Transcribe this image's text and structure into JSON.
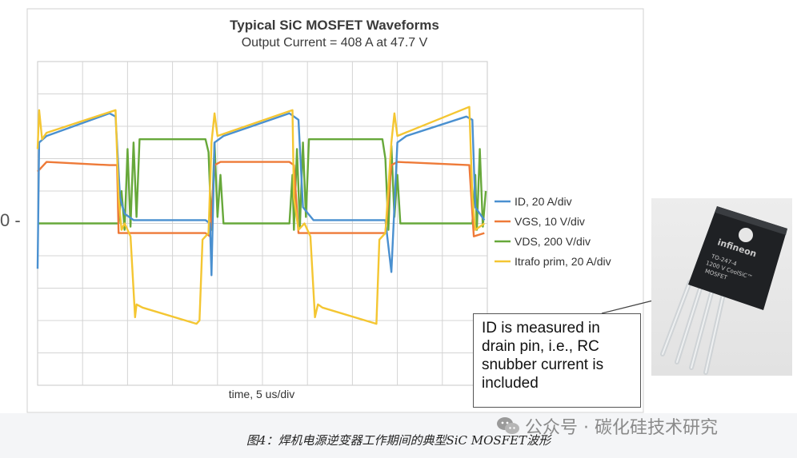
{
  "chart_data": {
    "type": "line",
    "title": "Typical SiC MOSFET Waveforms",
    "subtitle": "Output Current = 408 A at 47.7 V",
    "xlabel": "time, 5 us/div",
    "zero_label": "0 -",
    "grid": true,
    "x_divisions": 10,
    "y_divisions": 10,
    "legend_position": "right",
    "series": [
      {
        "name": "ID, 20 A/div",
        "color": "#4a90d0",
        "points": [
          [
            0,
            -1.4
          ],
          [
            0.05,
            2.5
          ],
          [
            0.3,
            2.7
          ],
          [
            2.4,
            3.4
          ],
          [
            2.6,
            3.3
          ],
          [
            2.75,
            0.8
          ],
          [
            2.9,
            0.3
          ],
          [
            3.2,
            0.1
          ],
          [
            5.6,
            0.1
          ],
          [
            5.75,
            0
          ],
          [
            5.8,
            -1.6
          ],
          [
            5.9,
            2.5
          ],
          [
            6.2,
            2.7
          ],
          [
            8.4,
            3.4
          ],
          [
            8.7,
            3.2
          ],
          [
            8.85,
            0.5
          ],
          [
            9.2,
            0.1
          ],
          [
            11.6,
            0.1
          ],
          [
            11.8,
            -1.5
          ],
          [
            12.0,
            2.5
          ],
          [
            12.3,
            2.7
          ],
          [
            14.3,
            3.3
          ],
          [
            14.5,
            3.2
          ],
          [
            14.6,
            0.5
          ],
          [
            14.9,
            0.1
          ]
        ]
      },
      {
        "name": "VGS, 10 V/div",
        "color": "#ee7a38",
        "points": [
          [
            0,
            1.6
          ],
          [
            0.3,
            1.9
          ],
          [
            2.4,
            1.8
          ],
          [
            2.65,
            1.8
          ],
          [
            2.7,
            -0.3
          ],
          [
            2.9,
            -0.3
          ],
          [
            5.6,
            -0.3
          ],
          [
            5.75,
            -0.4
          ],
          [
            5.9,
            1.8
          ],
          [
            6.1,
            1.9
          ],
          [
            8.4,
            1.9
          ],
          [
            8.55,
            1.8
          ],
          [
            8.7,
            -0.3
          ],
          [
            8.9,
            -0.3
          ],
          [
            11.6,
            -0.3
          ],
          [
            11.8,
            1.8
          ],
          [
            12.0,
            1.9
          ],
          [
            14.4,
            1.8
          ],
          [
            14.55,
            -0.4
          ],
          [
            14.9,
            -0.3
          ]
        ]
      },
      {
        "name": "VDS, 200 V/div",
        "color": "#67a83a",
        "points": [
          [
            0,
            0
          ],
          [
            2.7,
            0
          ],
          [
            2.8,
            1.0
          ],
          [
            2.9,
            -0.2
          ],
          [
            3.0,
            2.3
          ],
          [
            3.1,
            -0.1
          ],
          [
            3.2,
            2.5
          ],
          [
            3.3,
            0.2
          ],
          [
            3.4,
            2.6
          ],
          [
            5.6,
            2.6
          ],
          [
            5.7,
            2.2
          ],
          [
            5.8,
            -0.2
          ],
          [
            5.9,
            2.5
          ],
          [
            6.0,
            0.2
          ],
          [
            6.1,
            1.5
          ],
          [
            6.2,
            0
          ],
          [
            8.4,
            0
          ],
          [
            8.5,
            1.5
          ],
          [
            8.55,
            -0.2
          ],
          [
            8.65,
            2.3
          ],
          [
            8.75,
            -0.1
          ],
          [
            8.85,
            2.5
          ],
          [
            8.95,
            0.2
          ],
          [
            9.05,
            2.6
          ],
          [
            11.5,
            2.6
          ],
          [
            11.6,
            2.0
          ],
          [
            11.7,
            -0.2
          ],
          [
            11.8,
            2.4
          ],
          [
            11.9,
            0.2
          ],
          [
            12.0,
            1.5
          ],
          [
            12.1,
            0
          ],
          [
            14.5,
            0
          ],
          [
            14.6,
            1.5
          ],
          [
            14.65,
            -0.2
          ],
          [
            14.75,
            2.3
          ],
          [
            14.85,
            -0.1
          ],
          [
            14.95,
            1.0
          ]
        ]
      },
      {
        "name": "Itrafo prim, 20 A/div",
        "color": "#f4c632",
        "points": [
          [
            0,
            2.3
          ],
          [
            0.05,
            3.5
          ],
          [
            0.15,
            2.6
          ],
          [
            0.3,
            2.8
          ],
          [
            2.6,
            3.5
          ],
          [
            2.7,
            0.8
          ],
          [
            2.8,
            -0.2
          ],
          [
            2.9,
            0
          ],
          [
            3.1,
            -0.4
          ],
          [
            3.25,
            -2.9
          ],
          [
            3.3,
            -2.5
          ],
          [
            3.5,
            -2.6
          ],
          [
            5.3,
            -3.1
          ],
          [
            5.4,
            -3.0
          ],
          [
            5.5,
            -0.5
          ],
          [
            5.7,
            -0.3
          ],
          [
            5.8,
            2.5
          ],
          [
            5.9,
            3.4
          ],
          [
            6.0,
            2.7
          ],
          [
            8.5,
            3.5
          ],
          [
            8.55,
            0.8
          ],
          [
            8.7,
            -0.2
          ],
          [
            8.9,
            0
          ],
          [
            9.1,
            -0.4
          ],
          [
            9.25,
            -2.9
          ],
          [
            9.35,
            -2.5
          ],
          [
            9.5,
            -2.6
          ],
          [
            11.3,
            -3.1
          ],
          [
            11.4,
            -0.5
          ],
          [
            11.6,
            -0.3
          ],
          [
            11.8,
            2.5
          ],
          [
            11.9,
            3.4
          ],
          [
            12.0,
            2.7
          ],
          [
            14.4,
            3.6
          ],
          [
            14.5,
            0.8
          ],
          [
            14.6,
            -0.2
          ],
          [
            14.9,
            0
          ]
        ]
      }
    ]
  },
  "callout": {
    "text": "ID is measured in drain pin, i.e., RC snubber current is included"
  },
  "product": {
    "brand": "infineon",
    "marking_1": "TO-247-4",
    "marking_2": "1200 V CoolSiC™",
    "marking_3": "MOSFET"
  },
  "caption": "图4：焊机电源逆变器工作期间的典型SiC MOSFET波形",
  "watermark": "公众号 · 碳化硅技术研究"
}
